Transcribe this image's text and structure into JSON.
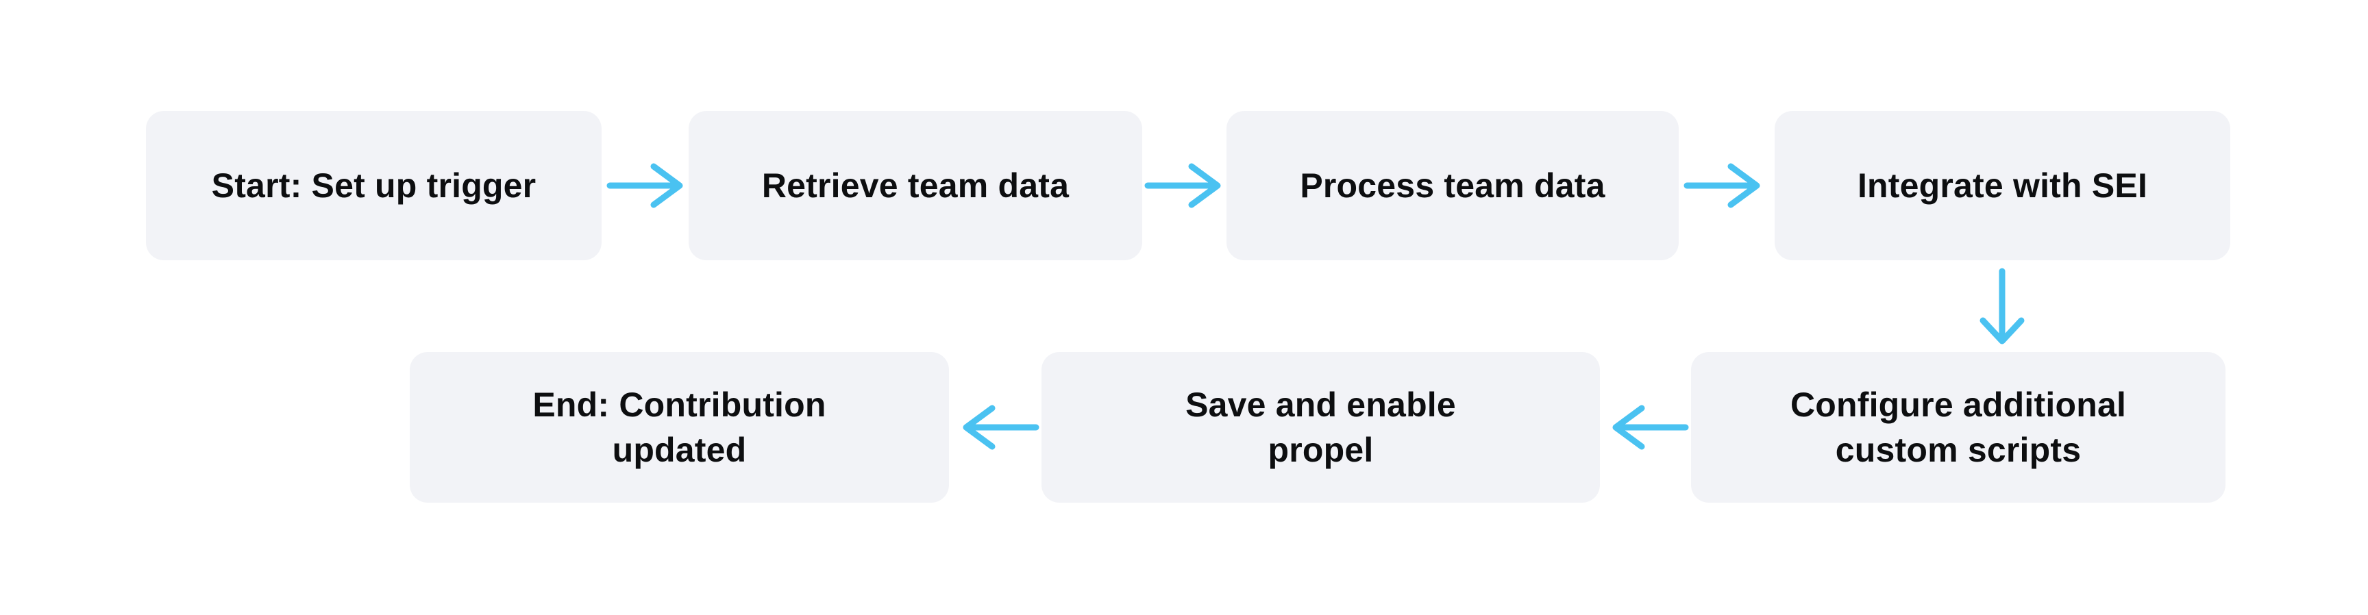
{
  "diagram": {
    "type": "flowchart",
    "background_color": "#ffffff",
    "node_fill_color": "#f2f3f7",
    "node_text_color": "#0d0e10",
    "arrow_color": "#4ac2f1",
    "nodes": [
      {
        "id": "start",
        "label": "Start: Set up trigger"
      },
      {
        "id": "retrieve",
        "label": "Retrieve team data"
      },
      {
        "id": "process",
        "label": "Process team data"
      },
      {
        "id": "integrate",
        "label": "Integrate with SEI"
      },
      {
        "id": "configure",
        "label": "Configure additional\ncustom scripts"
      },
      {
        "id": "save",
        "label": "Save and enable\npropel"
      },
      {
        "id": "end",
        "label": "End: Contribution\nupdated"
      }
    ],
    "edges": [
      {
        "from": "start",
        "to": "retrieve",
        "direction": "right"
      },
      {
        "from": "retrieve",
        "to": "process",
        "direction": "right"
      },
      {
        "from": "process",
        "to": "integrate",
        "direction": "right"
      },
      {
        "from": "integrate",
        "to": "configure",
        "direction": "down"
      },
      {
        "from": "configure",
        "to": "save",
        "direction": "left"
      },
      {
        "from": "save",
        "to": "end",
        "direction": "left"
      }
    ]
  }
}
